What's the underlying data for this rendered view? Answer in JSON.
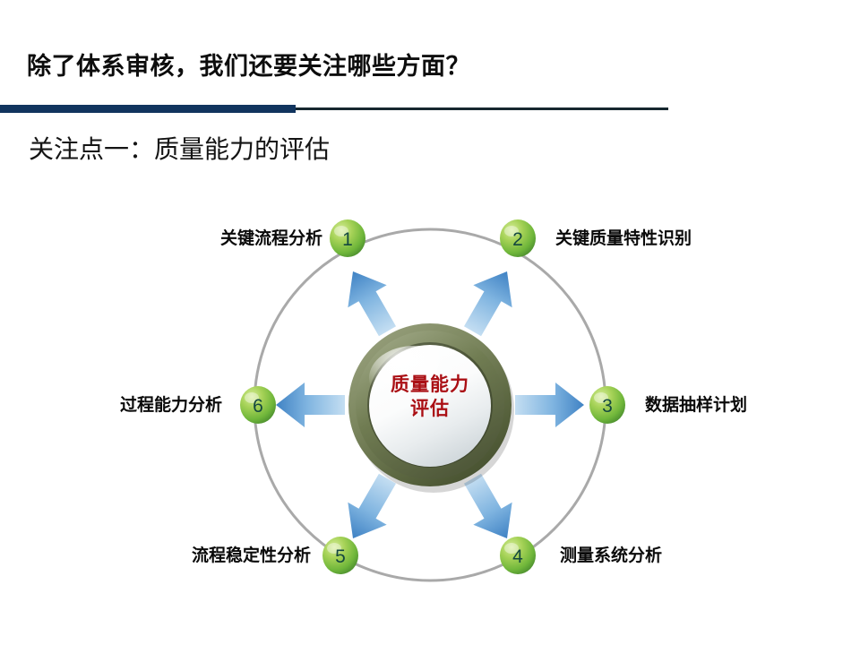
{
  "header": {
    "title": "除了体系审核，我们还要关注哪些方面？",
    "subtitle": "关注点一：质量能力的评估",
    "rule_color": "#11345e"
  },
  "diagram": {
    "center": {
      "line1": "质量能力",
      "line2": "评估",
      "text_color": "#aa0f14",
      "ring_color": "#6e7a52"
    },
    "ring_color": "#aaaaaa",
    "arrow_color": "#3f82c4",
    "badge_color": "#8cc63f",
    "nodes": [
      {
        "number": "1",
        "label": "关键流程分析",
        "side": "left"
      },
      {
        "number": "2",
        "label": "关键质量特性识别",
        "side": "right"
      },
      {
        "number": "3",
        "label": "数据抽样计划",
        "side": "right"
      },
      {
        "number": "4",
        "label": "测量系统分析",
        "side": "right"
      },
      {
        "number": "5",
        "label": "流程稳定性分析",
        "side": "left"
      },
      {
        "number": "6",
        "label": "过程能力分析",
        "side": "left"
      }
    ]
  }
}
